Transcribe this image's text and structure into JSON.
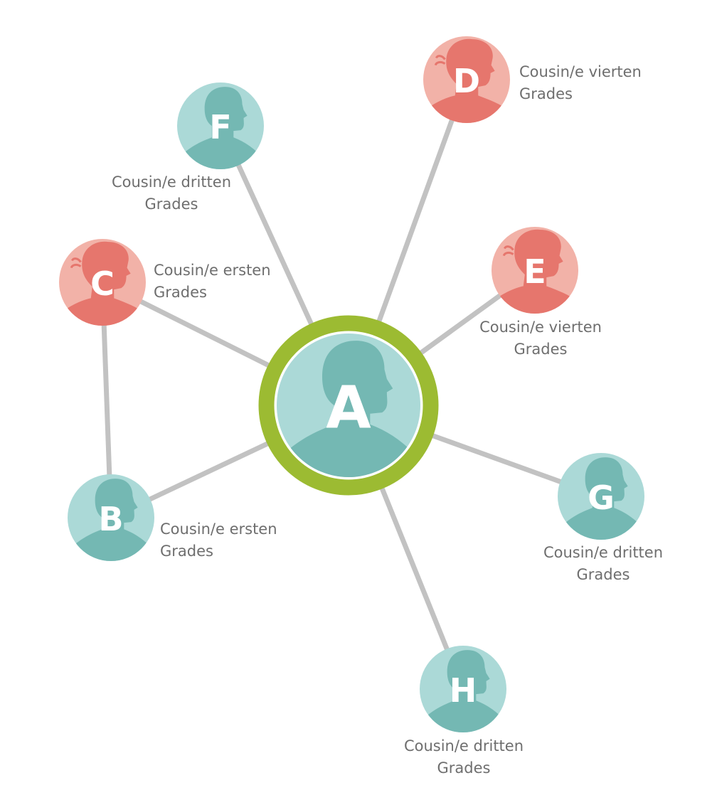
{
  "colors": {
    "edge": "#c2c2c2",
    "ring": "#9cbb32",
    "ring_inner": "#ffffff",
    "male_bg": "#abd9d7",
    "male_silhouette": "#74b8b3",
    "female_bg": "#f2b2a8",
    "female_silhouette": "#e6766d",
    "letter": "#ffffff",
    "caption": "#6e6e6e"
  },
  "center": {
    "letter": "A",
    "gender": "male"
  },
  "relatives": [
    {
      "id": "b",
      "letter": "B",
      "gender": "male",
      "relation": [
        "Cousin/e ersten",
        "Grades"
      ]
    },
    {
      "id": "c",
      "letter": "C",
      "gender": "female",
      "relation": [
        "Cousin/e ersten",
        "Grades"
      ]
    },
    {
      "id": "d",
      "letter": "D",
      "gender": "female",
      "relation": [
        "Cousin/e vierten",
        "Grades"
      ]
    },
    {
      "id": "e",
      "letter": "E",
      "gender": "female",
      "relation": [
        "Cousin/e vierten",
        "Grades"
      ]
    },
    {
      "id": "f",
      "letter": "F",
      "gender": "male",
      "relation": [
        "Cousin/e dritten",
        "Grades"
      ]
    },
    {
      "id": "g",
      "letter": "G",
      "gender": "male",
      "relation": [
        "Cousin/e dritten",
        "Grades"
      ]
    },
    {
      "id": "h",
      "letter": "H",
      "gender": "male",
      "relation": [
        "Cousin/e dritten",
        "Grades"
      ]
    }
  ],
  "connections": [
    {
      "from": "A",
      "to": "B"
    },
    {
      "from": "A",
      "to": "C"
    },
    {
      "from": "A",
      "to": "D"
    },
    {
      "from": "A",
      "to": "E"
    },
    {
      "from": "A",
      "to": "F"
    },
    {
      "from": "A",
      "to": "G"
    },
    {
      "from": "A",
      "to": "H"
    },
    {
      "from": "B",
      "to": "C"
    }
  ]
}
